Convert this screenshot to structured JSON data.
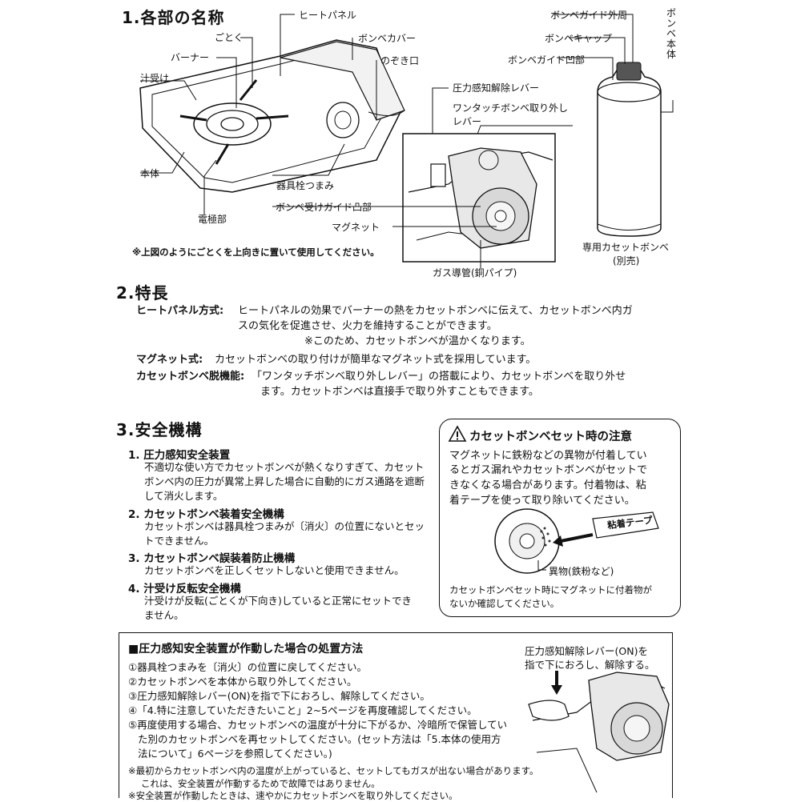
{
  "section1": {
    "title": "1.各部の名称",
    "labels": {
      "heat_panel": "ヒートパネル",
      "gotoku": "ごとく",
      "bombe_cover": "ボンベカバー",
      "burner": "バーナー",
      "nozoki": "のぞき口",
      "shiruuke": "汁受け",
      "pressure_lever": "圧力感知解除レバー",
      "one_touch": "ワンタッチボンベ取り外し",
      "one_touch2": "レバー",
      "hontai": "本体",
      "knob": "器具栓つまみ",
      "guide_convex": "ボンベ受けガイド凸部",
      "denkyoku": "電極部",
      "magnet": "マグネット",
      "gas_pipe": "ガス導管(銅パイプ)",
      "guide_outer": "ボンベガイド外周",
      "bombe_cap": "ボンベキャップ",
      "guide_concave": "ボンベガイド凹部",
      "bombe_body": "ボンベ本体",
      "cassette_bombe": "専用カセットボンベ",
      "sold_separately": "(別売)"
    },
    "note": "※上図のようにごとくを上向きに置いて使用してください。"
  },
  "section2": {
    "title": "2.特長",
    "features": [
      {
        "term": "ヒートパネル方式:",
        "lines": [
          "ヒートパネルの効果でバーナーの熱をカセットボンベに伝えて、カセットボンベ内ガ",
          "スの気化を促進させ、火力を維持することができます。",
          "※このため、カセットボンベが温かくなります。"
        ]
      },
      {
        "term": "マグネット式:",
        "lines": [
          "カセットボンベの取り付けが簡単なマグネット式を採用しています。"
        ]
      },
      {
        "term": "カセットボンベ脱機能:",
        "lines": [
          "「ワンタッチボンベ取り外しレバー」の搭載により、カセットボンベを取り外せ",
          "ます。カセットボンベは直接手で取り外すこともできます。"
        ]
      }
    ]
  },
  "section3": {
    "title": "3.安全機構",
    "items": [
      {
        "title": "1. 圧力感知安全装置",
        "lines": [
          "不適切な使い方でカセットボンベが熱くなりすぎて、カセット",
          "ボンベ内の圧力が異常上昇した場合に自動的にガス通路を遮断",
          "して消火します。"
        ]
      },
      {
        "title": "2. カセットボンベ装着安全機構",
        "lines": [
          "カセットボンベは器具栓つまみが〔消火〕の位置にないとセッ",
          "トできません。"
        ]
      },
      {
        "title": "3. カセットボンベ誤装着防止機構",
        "lines": [
          "カセットボンベを正しくセットしないと使用できません。"
        ]
      },
      {
        "title": "4. 汁受け反転安全機構",
        "lines": [
          "汁受けが反転(ごとくが下向き)していると正常にセットでき",
          "ません。"
        ]
      }
    ]
  },
  "caution": {
    "title": "カセットボンベセット時の注意",
    "lines": [
      "マグネットに鉄粉などの異物が付着してい",
      "るとガス漏れやカセットボンベがセットで",
      "きなくなる場合があります。付着物は、粘",
      "着テープを使って取り除いてください。"
    ],
    "tape_label": "粘着テープ",
    "foreign_label": "異物(鉄粉など)",
    "footer_lines": [
      "カセットボンベセット時にマグネットに付着物が",
      "ないか確認してください。"
    ]
  },
  "procedure": {
    "title": "■圧力感知安全装置が作動した場合の処置方法",
    "steps": [
      "①器具栓つまみを〔消火〕の位置に戻してください。",
      "②カセットボンベを本体から取り外してください。",
      "③圧力感知解除レバー(ON)を指で下におろし、解除してください。",
      "④「4.特に注意していただきたいこと」2~5ページを再度確認してください。",
      "⑤再度使用する場合、カセットボンベの温度が十分に下がるか、冷暗所で保管してい",
      "た別のカセットボンベを再セットしてください。(セット方法は「5.本体の使用方",
      "法について」6ページを参照してください。)"
    ],
    "notes": [
      "※最初からカセットボンベ内の温度が上がっていると、セットしてもガスが出ない場合があります。",
      "これは、安全装置が作動するためで故障ではありません。",
      "※安全装置が作動したときは、速やかにカセットボンベを取り外してください。"
    ],
    "side_caption": [
      "圧力感知解除レバー(ON)を",
      "指で下におろし、解除する。"
    ]
  }
}
